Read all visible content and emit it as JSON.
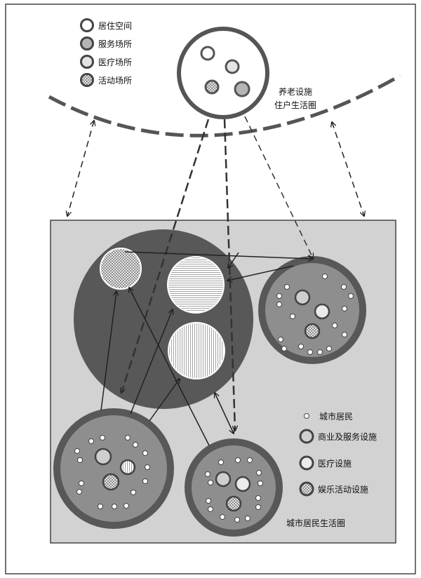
{
  "legend_top": {
    "items": [
      {
        "label": "居住空间",
        "fill": "#ffffff"
      },
      {
        "label": "服务场所",
        "fill": "#b5b5b5"
      },
      {
        "label": "医疗场所",
        "fill": "#e4e4e4"
      },
      {
        "label": "活动场所",
        "fill": "hatch"
      }
    ]
  },
  "elderly_circle": {
    "label_line1": "养老设施",
    "label_line2": "住户生活圈"
  },
  "legend_bottom": {
    "items": [
      {
        "label": "城市居民"
      },
      {
        "label": "商业及服务设施"
      },
      {
        "label": "医疗设施"
      },
      {
        "label": "娱乐活动设施"
      }
    ]
  },
  "city_circle_label": "城市居民生活圈",
  "colors": {
    "dark_ring": "#585858",
    "mid_gray": "#8e8e8e",
    "panel": "#d2d2d2",
    "border": "#444444"
  }
}
